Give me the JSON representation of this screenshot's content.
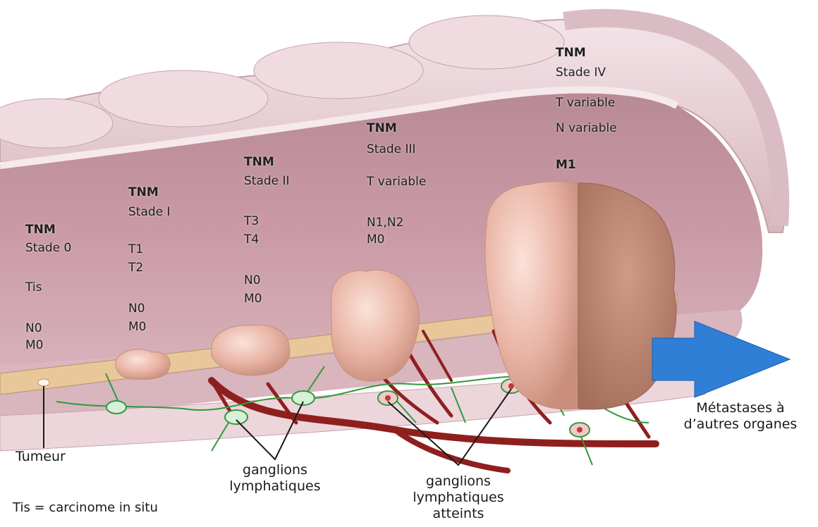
{
  "stages": [
    {
      "tnm": "TNM",
      "stage": "Stade 0",
      "t": "Tis",
      "n": "N0",
      "m": "M0"
    },
    {
      "tnm": "TNM",
      "stage": "Stade I",
      "t1": "T1",
      "t2": "T2",
      "n": "N0",
      "m": "M0"
    },
    {
      "tnm": "TNM",
      "stage": "Stade II",
      "t1": "T3",
      "t2": "T4",
      "n": "N0",
      "m": "M0"
    },
    {
      "tnm": "TNM",
      "stage": "Stade III",
      "t": "T variable",
      "n": "N1,N2",
      "m": "M0"
    },
    {
      "tnm": "TNM",
      "stage": "Stade IV",
      "t": "T variable",
      "n": "N variable",
      "m": "M1"
    }
  ],
  "labels": {
    "tumeur": "Tumeur",
    "ganglions_line1": "ganglions",
    "ganglions_line2": "lymphatiques",
    "atteints_line1": "ganglions",
    "atteints_line2": "lymphatiques",
    "atteints_line3": "atteints",
    "metastases_line1": "Métastases à",
    "metastases_line2": "d’autres organes",
    "legend": "Tis = carcinome in situ"
  },
  "colors": {
    "colon_wall": "#c99aa6",
    "colon_outer": "#e9d3d8",
    "submucosa": "#e8c79b",
    "tumor": "#e8b3a4",
    "tumor_dark": "#b97e6b",
    "blood_vessel": "#8f1f1f",
    "lymph": "#2e9a3a",
    "arrow": "#2f7fd6"
  }
}
